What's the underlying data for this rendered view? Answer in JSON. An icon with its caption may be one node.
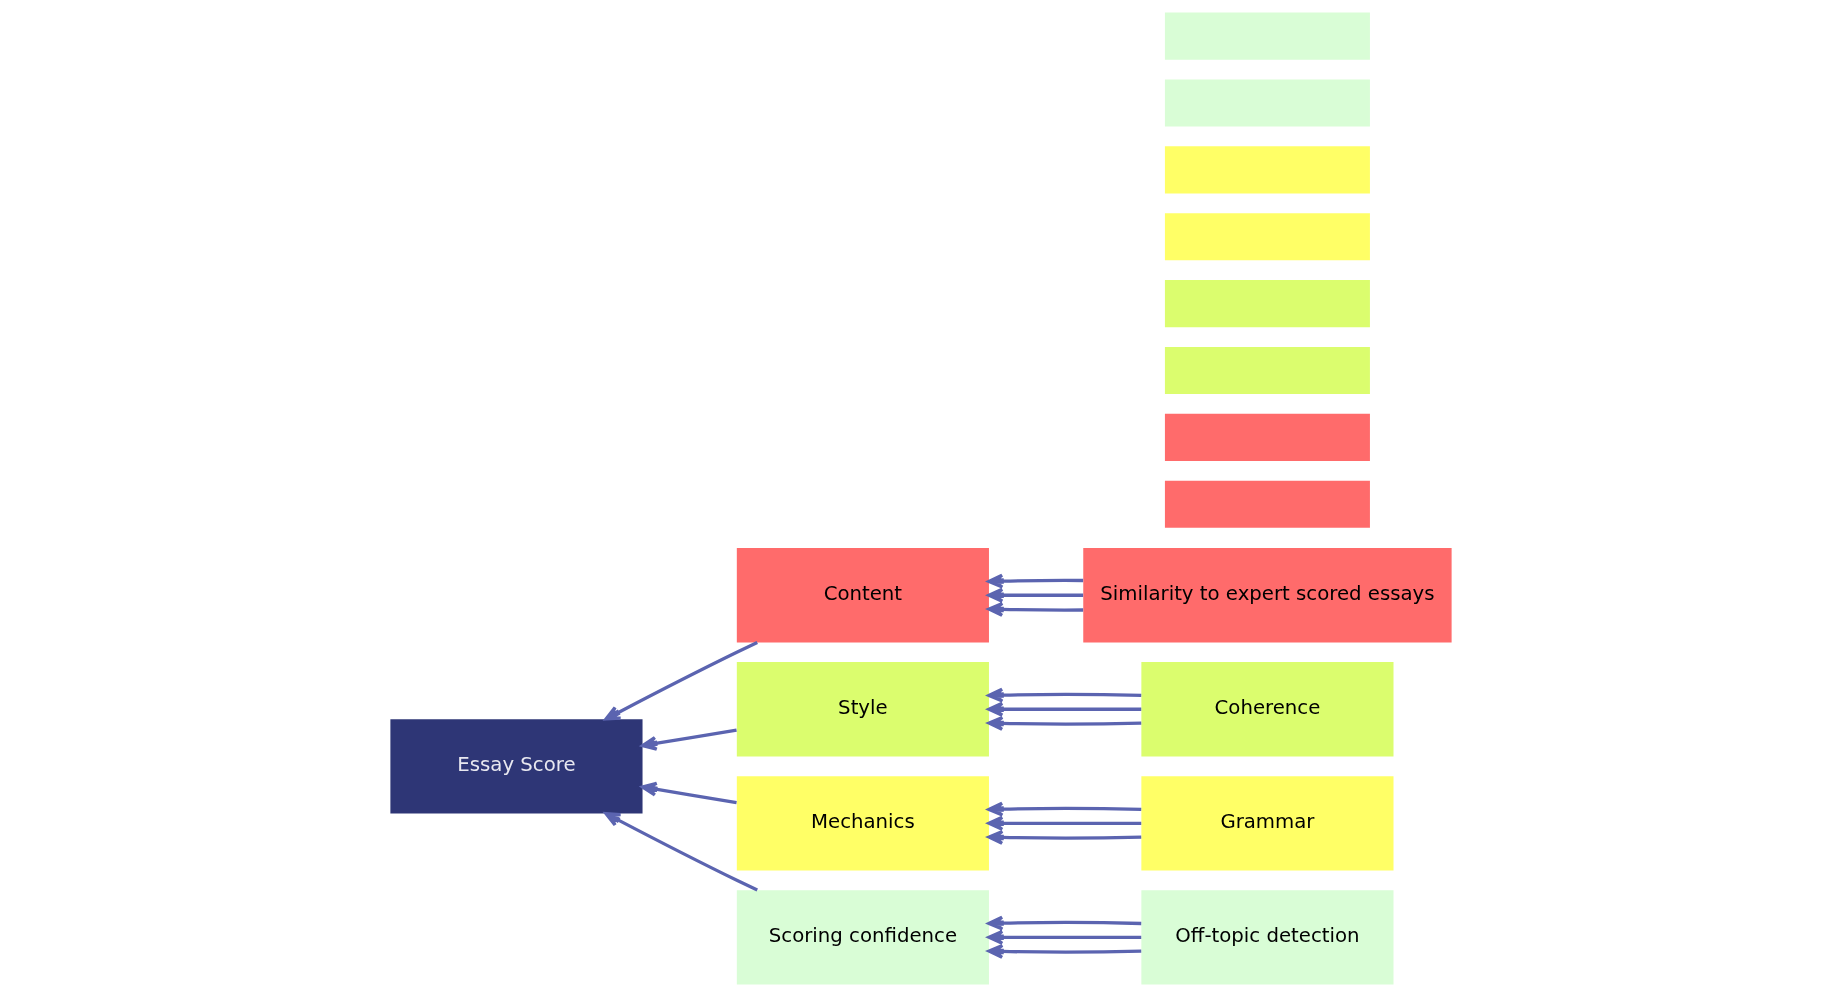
{
  "diagram": {
    "nodes": [
      {
        "text": [
          "Essay Score"
        ]
      },
      {
        "text": [
          "Content"
        ]
      },
      {
        "text": [
          "Similarity to expert scored essays"
        ]
      },
      {
        "text": [],
        "shape": "box"
      },
      {
        "text": [],
        "shape": "box"
      },
      {
        "text": [
          "Style"
        ]
      },
      {
        "text": [
          "Coherence"
        ]
      },
      {
        "text": [],
        "shape": "box"
      },
      {
        "text": [],
        "shape": "box"
      },
      {
        "text": [
          "Mechanics"
        ]
      },
      {
        "text": [
          "Grammar"
        ]
      },
      {
        "text": [],
        "shape": "box"
      },
      {
        "text": [],
        "shape": "box"
      },
      {
        "text": [
          "Scoring confidence"
        ]
      },
      {
        "text": [
          "Off-topic detection"
        ]
      },
      {
        "text": [],
        "shape": "box"
      },
      {
        "text": [],
        "shape": "box"
      }
    ],
    "edges": [
      {
        "from": 1,
        "to": 0,
        "arrow": "to"
      },
      {
        "from": 2,
        "to": 1,
        "arrow": "to"
      },
      {
        "from": 2,
        "to": 1,
        "arrow": "to"
      },
      {
        "from": 2,
        "to": 1,
        "arrow": "to"
      },
      {
        "from": 5,
        "to": 0,
        "arrow": "to"
      },
      {
        "from": 6,
        "to": 5,
        "arrow": "to"
      },
      {
        "from": 6,
        "to": 5,
        "arrow": "to"
      },
      {
        "from": 6,
        "to": 5,
        "arrow": "to"
      },
      {
        "from": 9,
        "to": 0,
        "arrow": "to"
      },
      {
        "from": 10,
        "to": 9,
        "arrow": "to"
      },
      {
        "from": 10,
        "to": 9,
        "arrow": "to"
      },
      {
        "from": 10,
        "to": 9,
        "arrow": "to"
      },
      {
        "from": 13,
        "to": 0,
        "arrow": "to"
      },
      {
        "from": 14,
        "to": 13,
        "arrow": "to"
      },
      {
        "from": 14,
        "to": 13,
        "arrow": "to"
      },
      {
        "from": 14,
        "to": 13,
        "arrow": "to"
      }
    ]
  }
}
